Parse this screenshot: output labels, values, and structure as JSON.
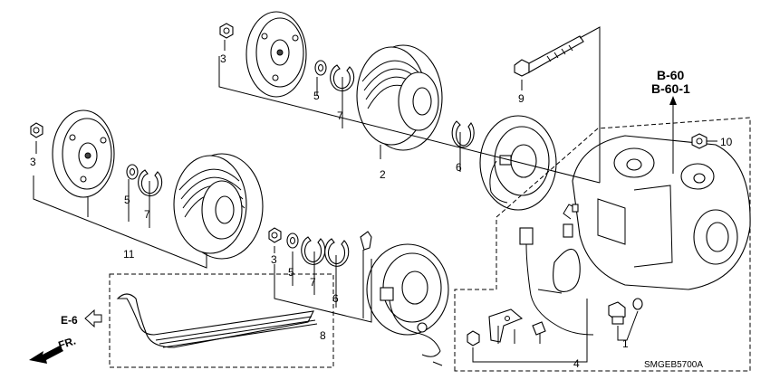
{
  "diagram": {
    "drawing_code": "SMGEB5700A",
    "ref_codes": [
      "B-60",
      "B-60-1"
    ],
    "nav_ref": "E-6",
    "front_label": "FR.",
    "callouts": {
      "c1": "1",
      "c2": "2",
      "c3a": "3",
      "c3b": "3",
      "c3c": "3",
      "c4": "4",
      "c5a": "5",
      "c5b": "5",
      "c5c": "5",
      "c6a": "6",
      "c6b": "6",
      "c7a": "7",
      "c7b": "7",
      "c7c": "7",
      "c8": "8",
      "c9": "9",
      "c10": "10",
      "c11": "11"
    }
  }
}
